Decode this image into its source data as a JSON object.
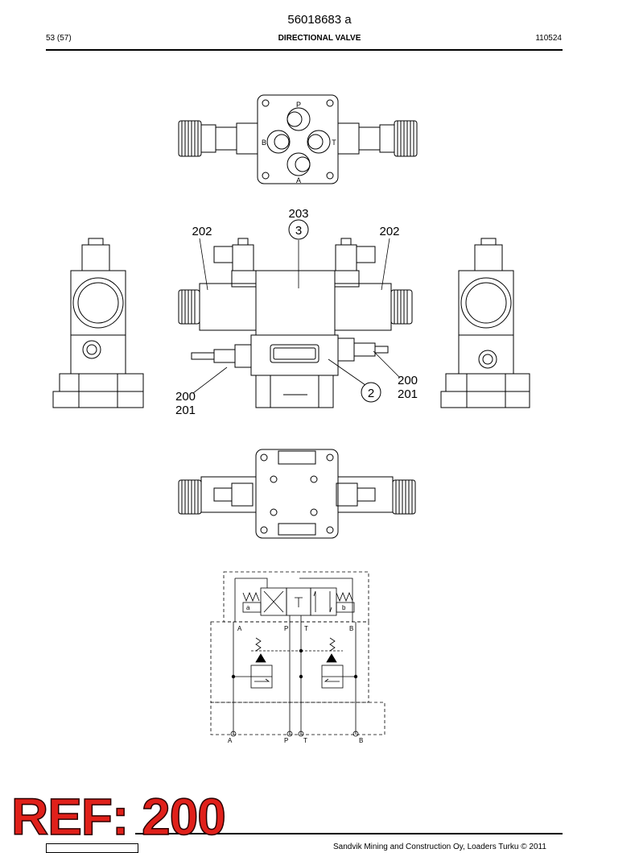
{
  "header": {
    "doc_number": "56018683 a",
    "page": "53 (57)",
    "title": "DIRECTIONAL VALVE",
    "date_code": "110524"
  },
  "callouts": {
    "c203": "203",
    "c3": "3",
    "c202_left": "202",
    "c202_right": "202",
    "c200_right": "200",
    "c201_right": "201",
    "c2": "2",
    "c200_left": "200",
    "c201_left": "201"
  },
  "top_view_ports": {
    "p": "P",
    "b": "B",
    "t": "T",
    "a": "A"
  },
  "schematic": {
    "solenoid_a": "a",
    "solenoid_b": "b",
    "inner_a": "A",
    "inner_p": "P",
    "inner_t": "T",
    "inner_b": "B",
    "outer_a": "A",
    "outer_p": "P",
    "outer_t": "T",
    "outer_b": "B"
  },
  "ref_label": "REF: 200",
  "footer_text": "Sandvik Mining and Construction Oy, Loaders Turku © 2011"
}
